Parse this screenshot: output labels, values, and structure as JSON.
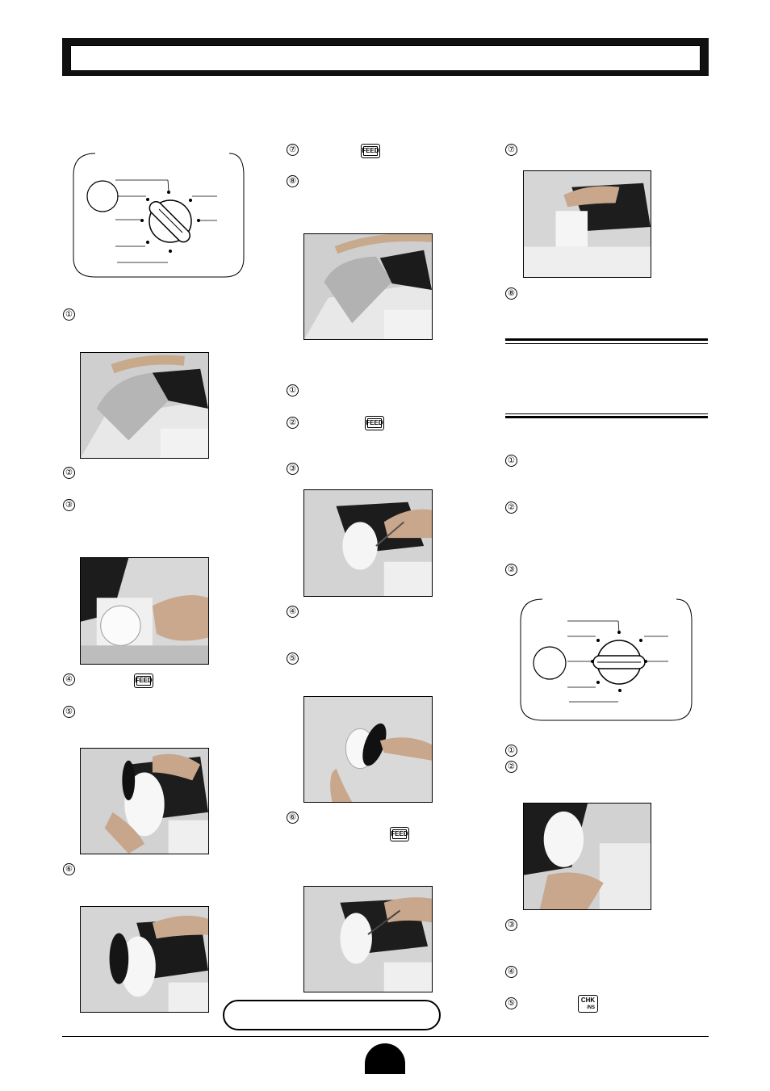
{
  "steps_col1": [
    "①",
    "②",
    "③",
    "④",
    "⑤",
    "⑥"
  ],
  "steps_col2_a": [
    "⑦",
    "⑧"
  ],
  "steps_col2_b": [
    "①",
    "②",
    "③",
    "④",
    "⑤",
    "⑥"
  ],
  "steps_col3_a": [
    "⑦",
    "⑧"
  ],
  "steps_col3_b": [
    "①",
    "②",
    "③"
  ],
  "steps_col3_c": [
    "①",
    "②",
    "③",
    "④",
    "⑤"
  ],
  "keys": {
    "feed": "FEED",
    "chk_top": "CHK",
    "chk_bottom": "/NS"
  }
}
